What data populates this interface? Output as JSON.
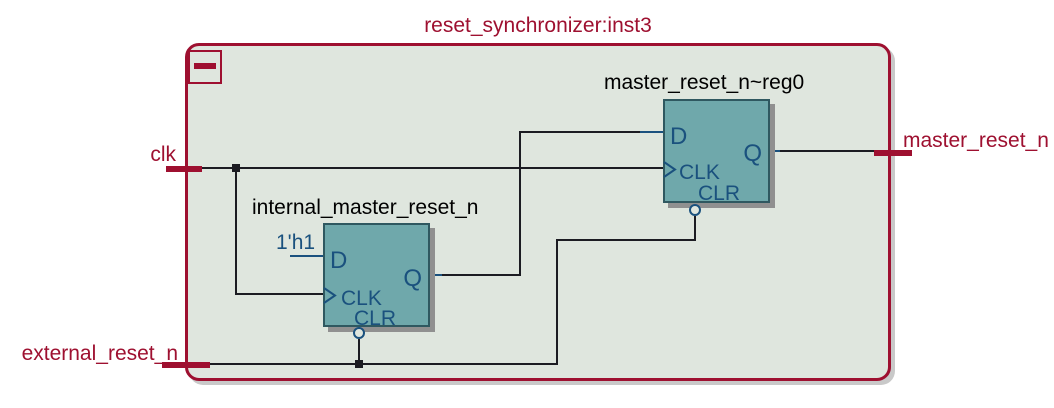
{
  "module": {
    "title": "reset_synchronizer:inst3",
    "collapse_icon": "minus"
  },
  "pins": {
    "clk": {
      "label": "clk",
      "direction": "input"
    },
    "external_reset_n": {
      "label": "external_reset_n",
      "direction": "input"
    },
    "master_reset_n": {
      "label": "master_reset_n",
      "direction": "output"
    }
  },
  "constants": {
    "d_const": "1'h1"
  },
  "flipflops": [
    {
      "label": "internal_master_reset_n",
      "ports": {
        "d": "D",
        "clk": "CLK",
        "clr": "CLR",
        "q": "Q"
      }
    },
    {
      "label": "master_reset_n~reg0",
      "ports": {
        "d": "D",
        "clk": "CLK",
        "clr": "CLR",
        "q": "Q"
      }
    }
  ],
  "colors": {
    "accent": "#9E1030",
    "canvas_fill": "#DFE6DE",
    "block_fill": "#6FA8AB",
    "block_border": "#2F5860",
    "wire": "#1C1C22",
    "port_text": "#1A517E"
  }
}
